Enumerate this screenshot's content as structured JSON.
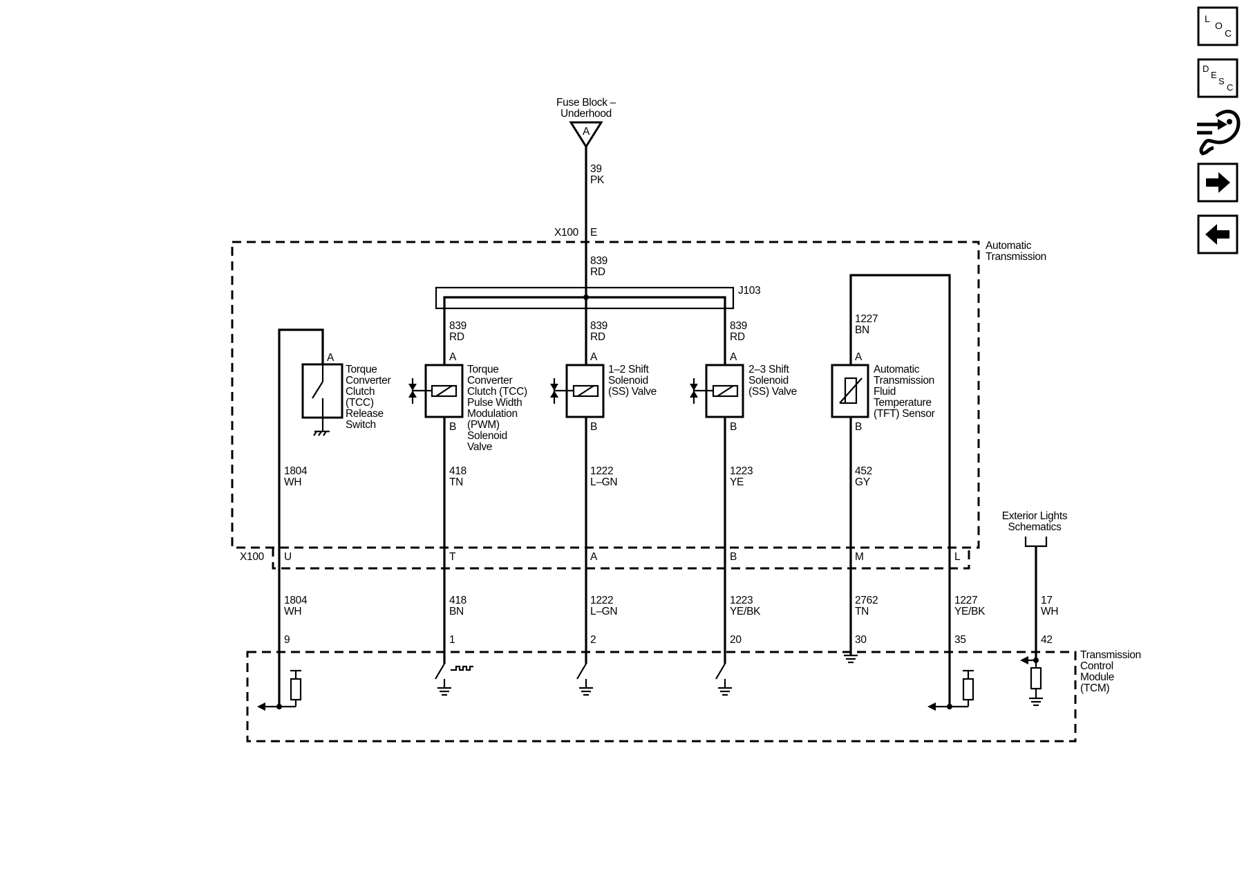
{
  "fuse_block": {
    "line1": "Fuse Block –",
    "line2": "Underhood",
    "terminal": "A"
  },
  "feed_wire": {
    "circuit": "39",
    "color": "PK"
  },
  "connector_top": {
    "name": "X100",
    "pin": "E"
  },
  "trans_wire": {
    "circuit": "839",
    "color": "RD"
  },
  "splice": "J103",
  "auto_trans": {
    "line1": "Automatic",
    "line2": "Transmission"
  },
  "tcc_switch": {
    "lines": [
      "Torque",
      "Converter",
      "Clutch",
      "(TCC)",
      "Release",
      "Switch"
    ],
    "pin": "A"
  },
  "pwm_valve": {
    "lines": [
      "Torque",
      "Converter",
      "Clutch (TCC)",
      "Pulse Width",
      "Modulation",
      "(PWM)",
      "Solenoid",
      "Valve"
    ],
    "pin_a": "A",
    "pin_b": "B",
    "wire_in": {
      "circuit": "839",
      "color": "RD"
    }
  },
  "ss12_valve": {
    "lines": [
      "1–2 Shift",
      "Solenoid",
      "(SS) Valve"
    ],
    "pin_a": "A",
    "pin_b": "B",
    "wire_in": {
      "circuit": "839",
      "color": "RD"
    }
  },
  "ss23_valve": {
    "lines": [
      "2–3 Shift",
      "Solenoid",
      "(SS) Valve"
    ],
    "pin_a": "A",
    "pin_b": "B",
    "wire_in": {
      "circuit": "839",
      "color": "RD"
    }
  },
  "tft_sensor": {
    "lines": [
      "Automatic",
      "Transmission",
      "Fluid",
      "Temperature",
      "(TFT) Sensor"
    ],
    "pin_a": "A",
    "pin_b": "B",
    "wire_in": {
      "circuit": "1227",
      "color": "BN"
    }
  },
  "inner_wires": [
    {
      "circuit": "1804",
      "color": "WH"
    },
    {
      "circuit": "418",
      "color": "TN"
    },
    {
      "circuit": "1222",
      "color": "L–GN"
    },
    {
      "circuit": "1223",
      "color": "YE"
    },
    {
      "circuit": "452",
      "color": "GY"
    }
  ],
  "connector_bottom": {
    "name": "X100",
    "pins": [
      "U",
      "T",
      "A",
      "B",
      "M",
      "L"
    ]
  },
  "outer_wires": [
    {
      "circuit": "1804",
      "color": "WH",
      "tcm_pin": "9"
    },
    {
      "circuit": "418",
      "color": "BN",
      "tcm_pin": "1"
    },
    {
      "circuit": "1222",
      "color": "L–GN",
      "tcm_pin": "2"
    },
    {
      "circuit": "1223",
      "color": "YE/BK",
      "tcm_pin": "20"
    },
    {
      "circuit": "2762",
      "color": "TN",
      "tcm_pin": "30"
    },
    {
      "circuit": "1227",
      "color": "YE/BK",
      "tcm_pin": "35"
    },
    {
      "circuit": "17",
      "color": "WH",
      "tcm_pin": "42"
    }
  ],
  "exterior_lights": {
    "line1": "Exterior Lights",
    "line2": "Schematics"
  },
  "tcm": {
    "lines": [
      "Transmission",
      "Control",
      "Module",
      "(TCM)"
    ]
  },
  "nav": {
    "loc": [
      "L",
      "O",
      "C"
    ],
    "desc": [
      "D",
      "E",
      "S",
      "C"
    ]
  }
}
